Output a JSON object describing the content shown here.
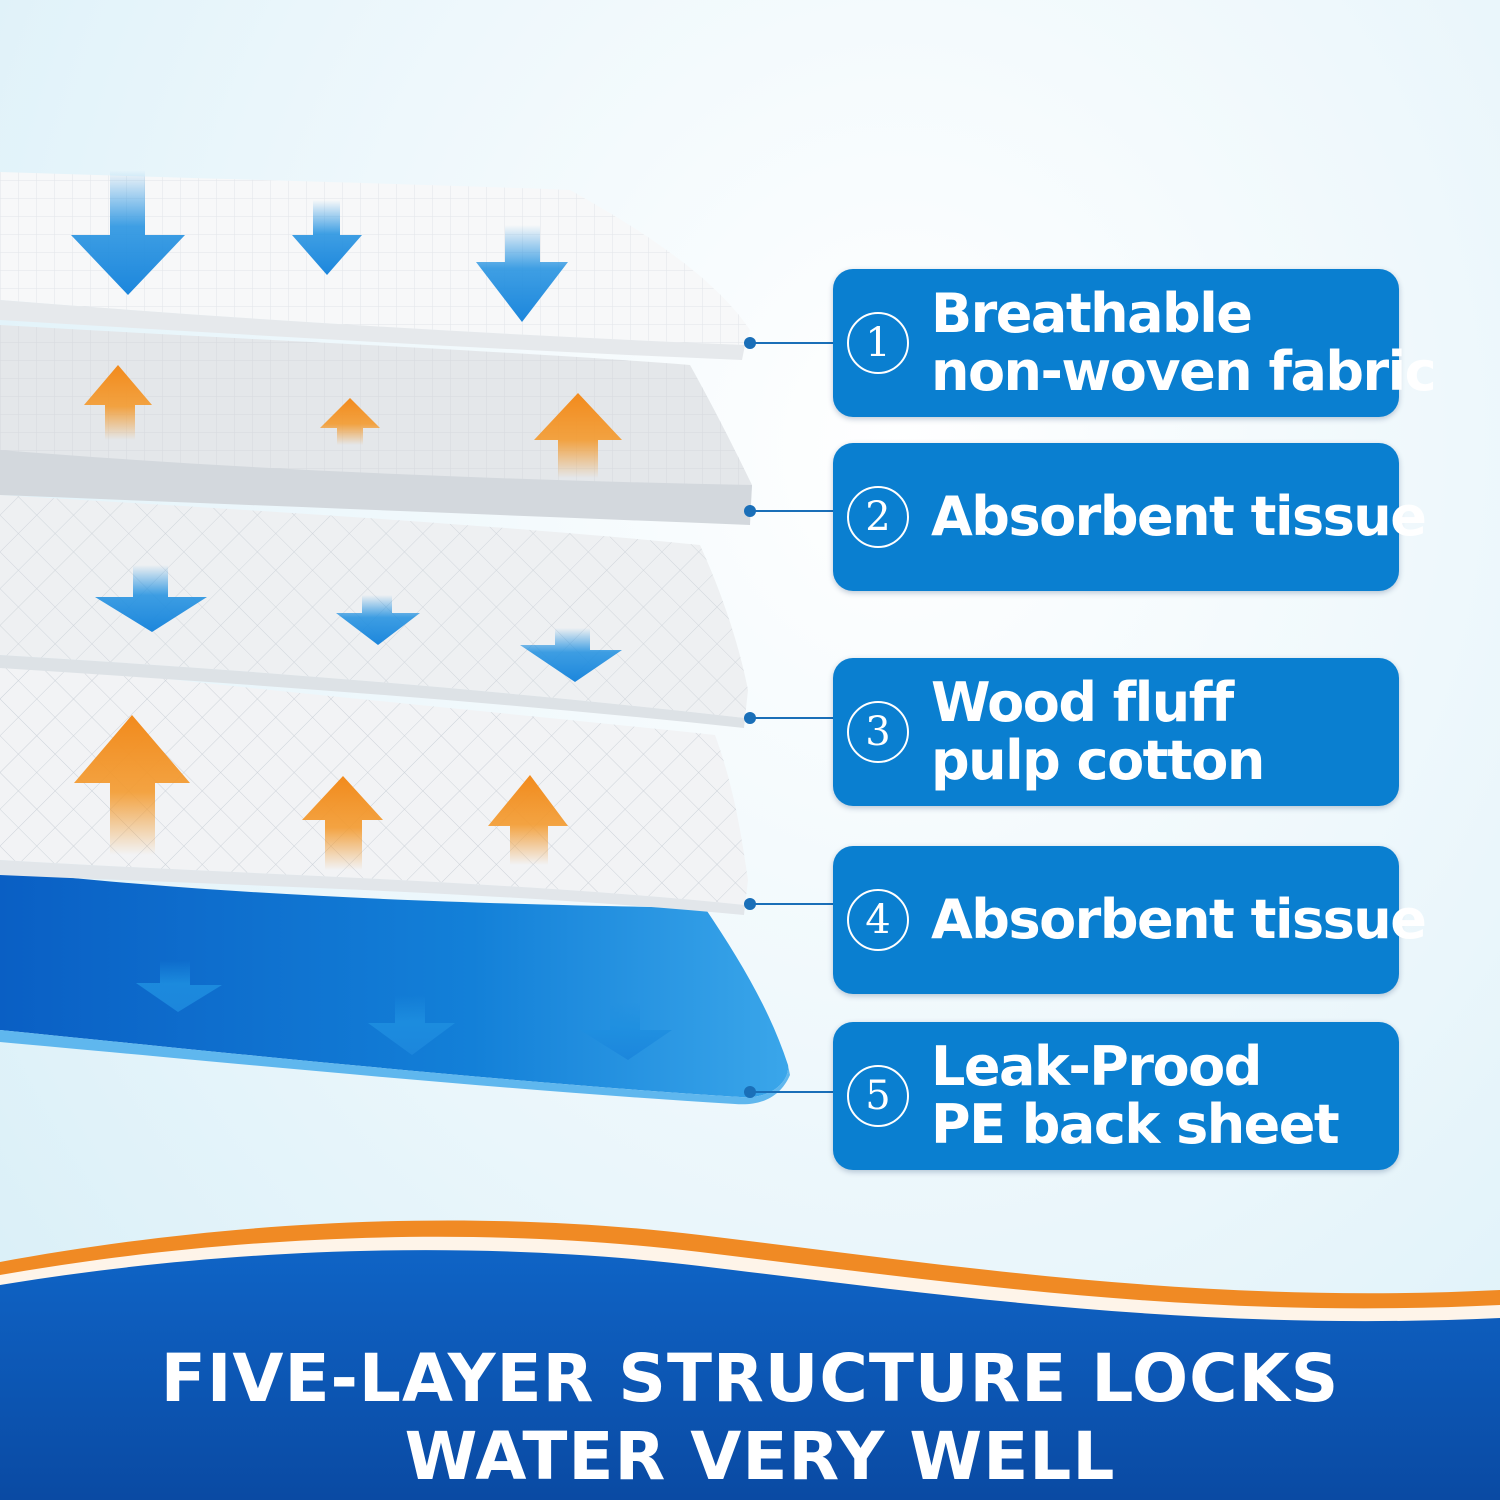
{
  "layers": [
    {
      "number": "1",
      "label_lines": [
        "Breathable",
        "non-woven fabric"
      ]
    },
    {
      "number": "2",
      "label_lines": [
        "Absorbent tissue"
      ]
    },
    {
      "number": "3",
      "label_lines": [
        "Wood fluff",
        "pulp cotton"
      ]
    },
    {
      "number": "4",
      "label_lines": [
        "Absorbent tissue"
      ]
    },
    {
      "number": "5",
      "label_lines": [
        "Leak-Prood",
        "PE back sheet"
      ]
    }
  ],
  "tagline": {
    "line1": "FIVE-LAYER STRUCTURE LOCKS",
    "line2": "WATER VERY WELL"
  },
  "colors": {
    "label_box": "#0a7fd0",
    "bottom_band": "#0c56b3",
    "accent_orange": "#f08a24",
    "arrow_blue": "#1e8fe0",
    "arrow_orange": "#f39a2e"
  }
}
